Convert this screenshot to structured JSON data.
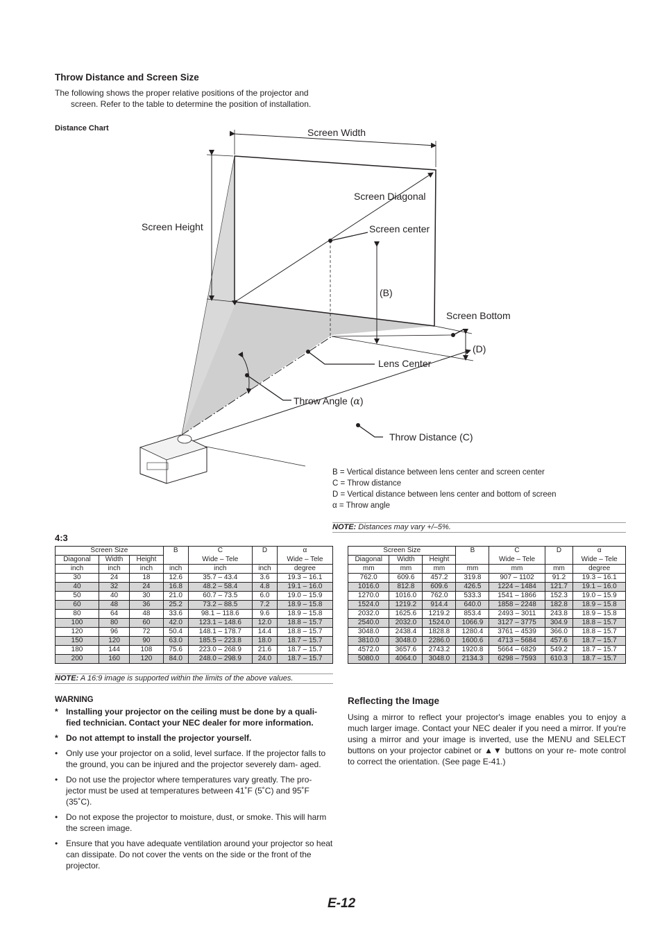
{
  "section": {
    "title": "Throw Distance and Screen Size",
    "intro_line1": "The following shows the proper relative positions of the projector and",
    "intro_line2": "screen. Refer to the table to determine the position of installation."
  },
  "chart_label": "Distance Chart",
  "diagram": {
    "screen_width": "Screen Width",
    "screen_diagonal": "Screen Diagonal",
    "screen_height": "Screen Height",
    "screen_center": "Screen center",
    "b": "(B)",
    "screen_bottom": "Screen Bottom",
    "d": "(D)",
    "lens_center": "Lens Center",
    "throw_angle_prefix": "Throw Angle (",
    "alpha": "α",
    "throw_angle_suffix": ")",
    "throw_distance": "Throw Distance (C)"
  },
  "legend": [
    "B = Vertical distance between lens center and screen center",
    "C = Throw distance",
    "D = Vertical distance between lens center and bottom of screen",
    "α = Throw angle"
  ],
  "note_right": {
    "label": "NOTE:",
    "text": " Distances may vary +/–5%."
  },
  "ratio": "4:3",
  "table_inch": {
    "header_screen_size": "Screen Size",
    "header_b": "B",
    "header_c": "C",
    "header_d": "D",
    "header_alpha": "α",
    "sub": [
      "Diagonal",
      "Width",
      "Height",
      "Wide – Tele",
      "Wide – Tele"
    ],
    "units": [
      "inch",
      "inch",
      "inch",
      "inch",
      "inch",
      "inch",
      "degree"
    ],
    "rows": [
      [
        "30",
        "24",
        "18",
        "12.6",
        "35.7  –    43.4",
        "3.6",
        "19.3  –  16.1"
      ],
      [
        "40",
        "32",
        "24",
        "16.8",
        "48.2  –    58.4",
        "4.8",
        "19.1  –  16.0"
      ],
      [
        "50",
        "40",
        "30",
        "21.0",
        "60.7  –    73.5",
        "6.0",
        "19.0  –  15.9"
      ],
      [
        "60",
        "48",
        "36",
        "25.2",
        "73.2  –    88.5",
        "7.2",
        "18.9  –  15.8"
      ],
      [
        "80",
        "64",
        "48",
        "33.6",
        "98.1  –  118.6",
        "9.6",
        "18.9  –  15.8"
      ],
      [
        "100",
        "80",
        "60",
        "42.0",
        "123.1  –  148.6",
        "12.0",
        "18.8  –  15.7"
      ],
      [
        "120",
        "96",
        "72",
        "50.4",
        "148.1  –  178.7",
        "14.4",
        "18.8  –  15.7"
      ],
      [
        "150",
        "120",
        "90",
        "63.0",
        "185.5  –  223.8",
        "18.0",
        "18.7  –  15.7"
      ],
      [
        "180",
        "144",
        "108",
        "75.6",
        "223.0  –  268.9",
        "21.6",
        "18.7  –  15.7"
      ],
      [
        "200",
        "160",
        "120",
        "84.0",
        "248.0  –  298.9",
        "24.0",
        "18.7  –  15.7"
      ]
    ]
  },
  "table_mm": {
    "header_screen_size": "Screen Size",
    "header_b": "B",
    "header_c": "C",
    "header_d": "D",
    "header_alpha": "α",
    "sub": [
      "Diagonal",
      "Width",
      "Height",
      "Wide – Tele",
      "Wide – Tele"
    ],
    "units": [
      "mm",
      "mm",
      "mm",
      "mm",
      "mm",
      "mm",
      "degree"
    ],
    "rows": [
      [
        "762.0",
        "609.6",
        "457.2",
        "319.8",
        "907  –   1102",
        "91.2",
        "19.3  –  16.1"
      ],
      [
        "1016.0",
        "812.8",
        "609.6",
        "426.5",
        "1224  –   1484",
        "121.7",
        "19.1  –  16.0"
      ],
      [
        "1270.0",
        "1016.0",
        "762.0",
        "533.3",
        "1541  –   1866",
        "152.3",
        "19.0  –  15.9"
      ],
      [
        "1524.0",
        "1219.2",
        "914.4",
        "640.0",
        "1858  –   2248",
        "182.8",
        "18.9  –  15.8"
      ],
      [
        "2032.0",
        "1625.6",
        "1219.2",
        "853.4",
        "2493  –   3011",
        "243.8",
        "18.9  –  15.8"
      ],
      [
        "2540.0",
        "2032.0",
        "1524.0",
        "1066.9",
        "3127  –   3775",
        "304.9",
        "18.8  –  15.7"
      ],
      [
        "3048.0",
        "2438.4",
        "1828.8",
        "1280.4",
        "3761  –   4539",
        "366.0",
        "18.8  –  15.7"
      ],
      [
        "3810.0",
        "3048.0",
        "2286.0",
        "1600.6",
        "4713  –   5684",
        "457.6",
        "18.7  –  15.7"
      ],
      [
        "4572.0",
        "3657.6",
        "2743.2",
        "1920.8",
        "5664  –   6829",
        "549.2",
        "18.7  –  15.7"
      ],
      [
        "5080.0",
        "4064.0",
        "3048.0",
        "2134.3",
        "6298  –   7593",
        "610.3",
        "18.7  –  15.7"
      ]
    ]
  },
  "note_left": {
    "label": "NOTE:",
    "text": " A 16:9 image is supported within the limits of the above values."
  },
  "warning": {
    "title": "WARNING",
    "items": [
      {
        "mark": "*",
        "bold": true,
        "text": "Installing your projector on the ceiling must be done by a quali- fied technician. Contact your NEC dealer for more information."
      },
      {
        "mark": "*",
        "bold": true,
        "text": "Do not attempt to install the projector yourself."
      },
      {
        "mark": "•",
        "bold": false,
        "text": "Only use your projector on a solid, level surface. If the projector falls to the ground, you can be injured and the projector severely dam- aged."
      },
      {
        "mark": "•",
        "bold": false,
        "text": "Do not use the projector where temperatures vary greatly. The pro- jector must be used at temperatures between 41˚F (5˚C) and 95˚F (35˚C)."
      },
      {
        "mark": "•",
        "bold": false,
        "text": "Do not expose the projector to moisture, dust, or smoke. This will harm the screen image."
      },
      {
        "mark": "•",
        "bold": false,
        "text": "Ensure that you have adequate ventilation around your projector so heat can dissipate. Do not cover the vents on the side or the front of the projector."
      }
    ]
  },
  "reflecting": {
    "title": "Reflecting the Image",
    "text": "Using a mirror to reflect your projector's image enables you to enjoy a much larger image. Contact your NEC dealer if you need a mirror. If you're using a mirror and your image is inverted, use the MENU and SELECT buttons on your projector cabinet or ▲▼ buttons on your re- mote control to correct the orientation. (See page E-41.)"
  },
  "page_number": "E-12"
}
